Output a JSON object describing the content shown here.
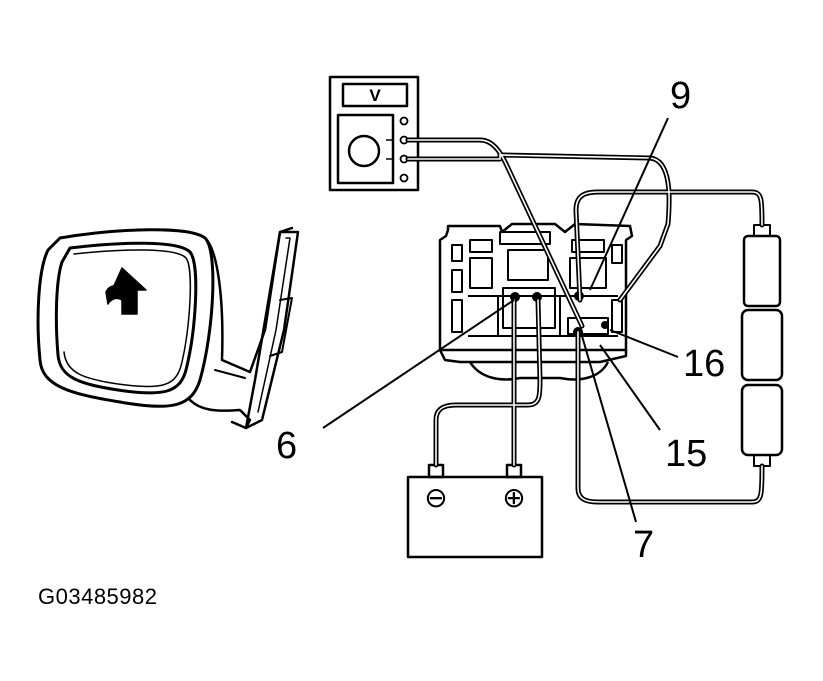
{
  "figure_id": "G03485982",
  "voltmeter": {
    "label": "V"
  },
  "battery": {
    "negative_symbol": "⊖",
    "positive_symbol": "⊕"
  },
  "callouts": {
    "pin_9": "9",
    "pin_16": "16",
    "pin_15": "15",
    "pin_7": "7",
    "pin_6": "6"
  }
}
